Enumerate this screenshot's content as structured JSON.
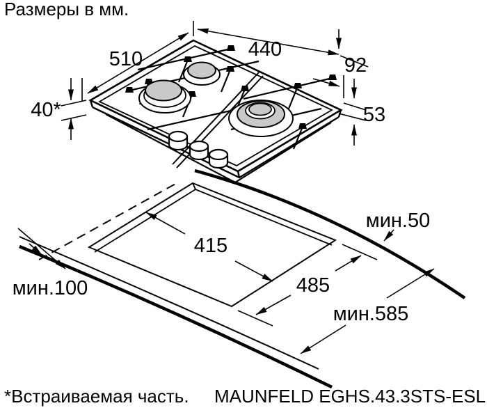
{
  "title": "Размеры в мм.",
  "hob": {
    "dim_width": "510",
    "dim_depth": "440",
    "dim_rear_offset": "92",
    "dim_builtin_height": "40*",
    "dim_body_height": "53"
  },
  "cutout": {
    "dim_depth": "415",
    "dim_width": "485",
    "min_rear_clearance": "мин.50",
    "min_left_clearance": "мин.100",
    "min_worktop_depth": "мин.585"
  },
  "footer": {
    "note": "*Встраиваемая часть.",
    "model": "MAUNFELD EGHS.43.3STS-ESL"
  },
  "colors": {
    "line": "#000000",
    "burner_fill": "#c9c9c9",
    "background": "#ffffff"
  }
}
